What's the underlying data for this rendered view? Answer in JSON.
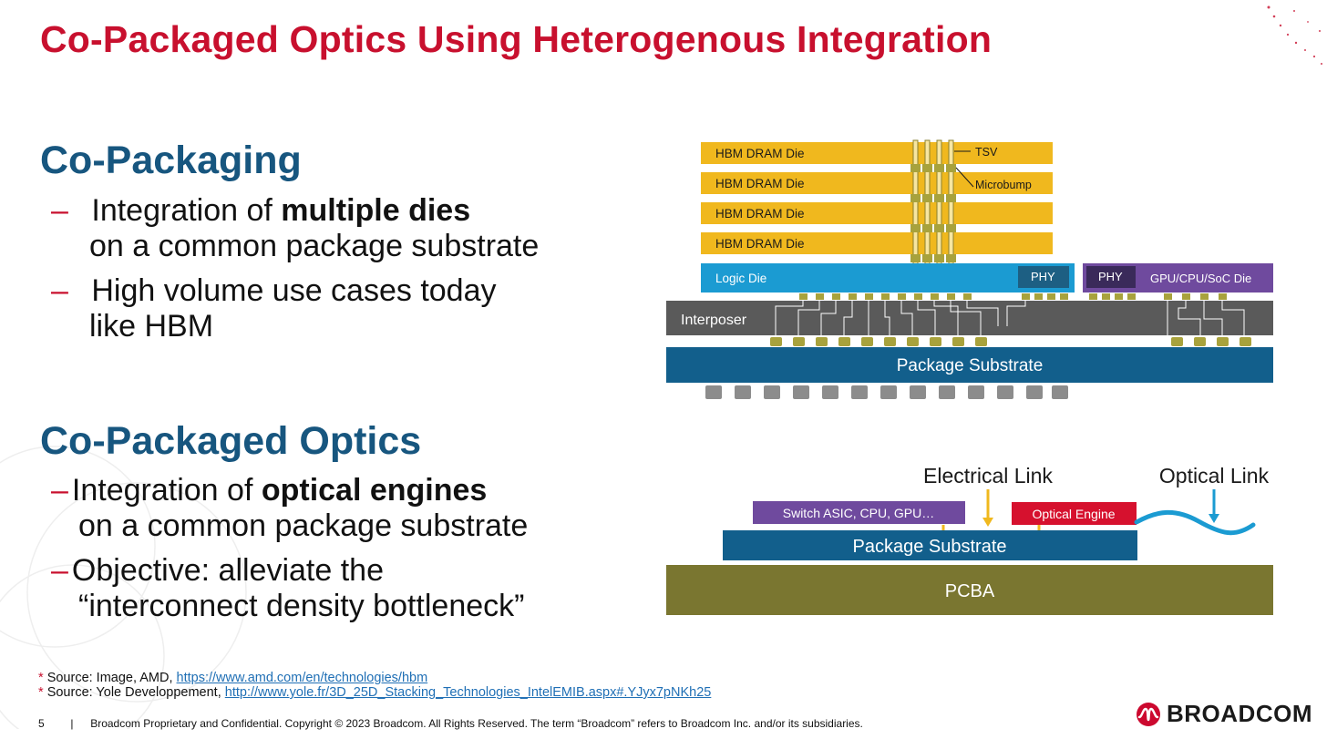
{
  "title": "Co-Packaged Optics Using Heterogenous Integration",
  "section1": {
    "heading": "Co-Packaging",
    "b1_dash": "–",
    "b1_pre": "Integration of ",
    "b1_bold": "multiple dies",
    "b1_line2": "on a common package substrate",
    "b2_dash": "–",
    "b2_line1": "High volume use cases today",
    "b2_line2": "like HBM"
  },
  "section2": {
    "heading": "Co-Packaged Optics",
    "b1_dash": "–",
    "b1_pre": "Integration of ",
    "b1_bold": "optical engines",
    "b1_line2": "on a common package substrate",
    "b2_dash": "–",
    "b2_line1": "Objective: alleviate the",
    "b2_line2": "“interconnect density bottleneck”"
  },
  "diagram_hbm": {
    "hbm_labels": [
      "HBM DRAM Die",
      "HBM DRAM Die",
      "HBM DRAM Die",
      "HBM DRAM Die"
    ],
    "tsv": "TSV",
    "microbump": "Microbump",
    "logic_die": "Logic Die",
    "phy_left": "PHY",
    "phy_right": "PHY",
    "soc_die": "GPU/CPU/SoC Die",
    "interposer": "Interposer",
    "package_substrate": "Package Substrate",
    "colors": {
      "hbm": "#f0b81e",
      "logic": "#1b9bd2",
      "interposer": "#5a5a5a",
      "substrate": "#125f8c",
      "purple": "#6f4a9e",
      "bump": "#a8a23c",
      "ball": "#8c8c8c"
    }
  },
  "diagram_cpo": {
    "electrical_link": "Electrical Link",
    "optical_link": "Optical Link",
    "switch_asic": "Switch ASIC, CPU, GPU…",
    "optical_engine": "Optical Engine",
    "package_substrate": "Package Substrate",
    "pcba": "PCBA",
    "colors": {
      "switch": "#6f4a9e",
      "optical": "#d6112e",
      "substrate": "#125f8c",
      "pcba": "#7a7630",
      "link": "#f0b81e",
      "optical_wave": "#1b9bd2"
    }
  },
  "sources": {
    "s1_marker": "*",
    "s1_text": "Source: Image, AMD, ",
    "s1_link": "https://www.amd.com/en/technologies/hbm",
    "s2_marker": "*",
    "s2_text": "Source: Yole Developpement, ",
    "s2_link": "http://www.yole.fr/3D_25D_Stacking_Technologies_IntelEMIB.aspx#.YJyx7pNKh25"
  },
  "footer": {
    "page": "5",
    "sep": "|",
    "text": "Broadcom Proprietary and Confidential.  Copyright © 2023 Broadcom.  All Rights Reserved. The term “Broadcom” refers to Broadcom Inc. and/or its subsidiaries."
  },
  "logo": {
    "text": "BROADCOM",
    "color": "#cc092f"
  }
}
